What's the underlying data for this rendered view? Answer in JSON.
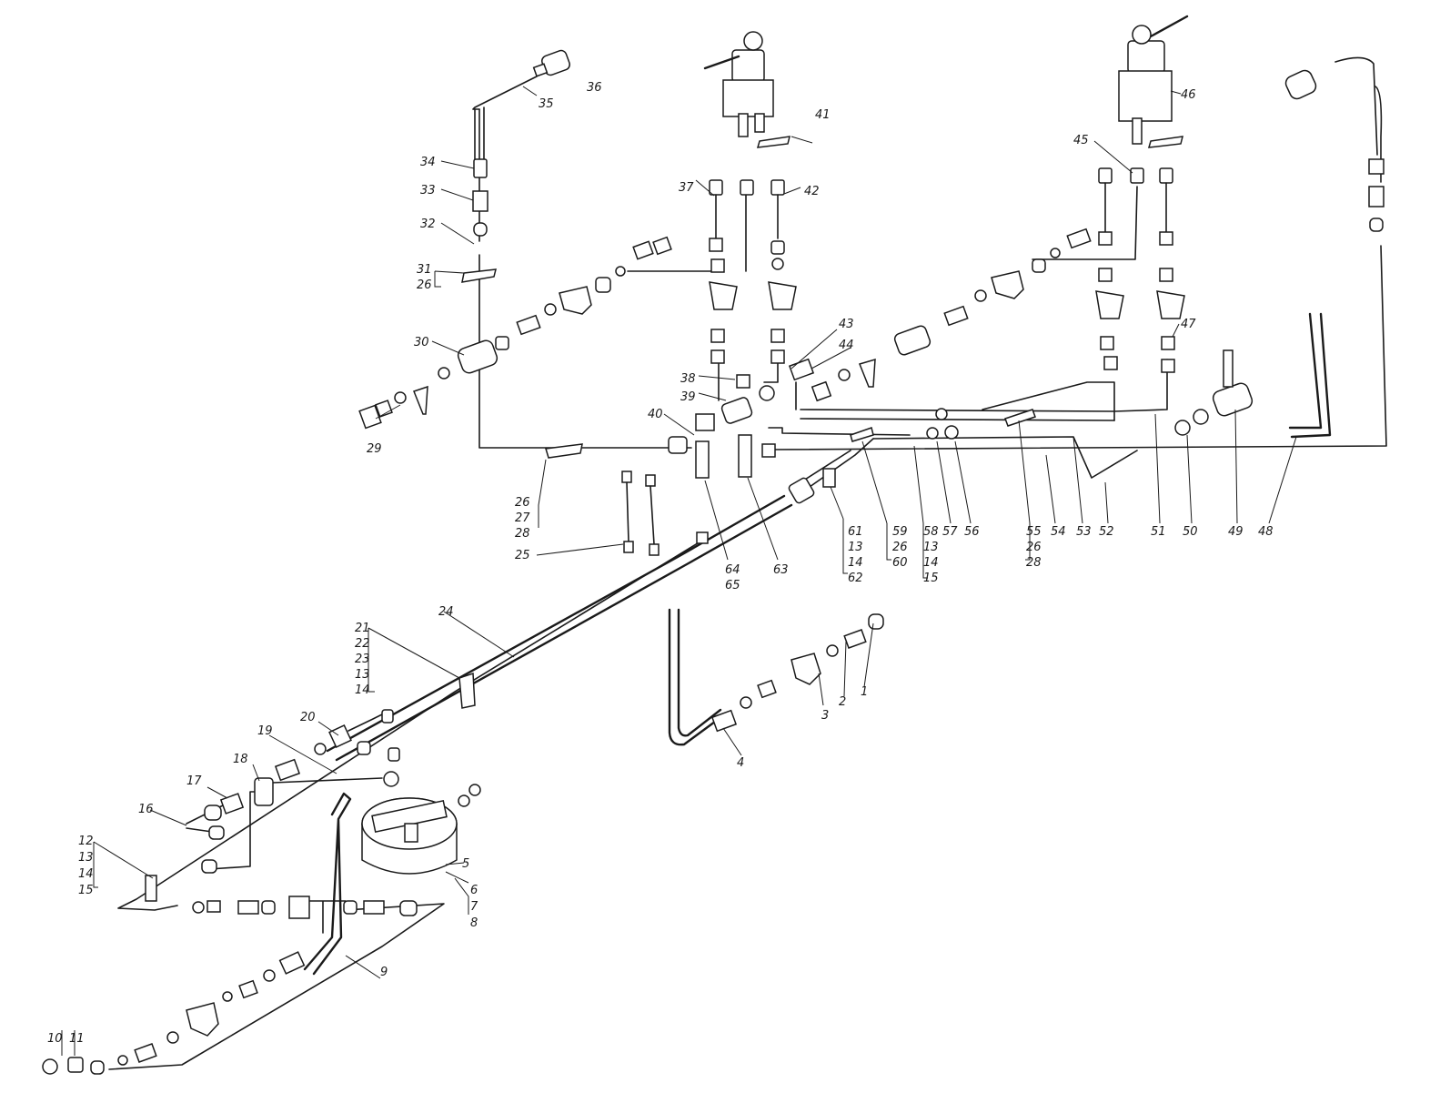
{
  "colors": {
    "ink": "#1a1a1a",
    "paper": "#ffffff"
  },
  "labels": [
    {
      "id": "l1",
      "text": "1"
    },
    {
      "id": "l2",
      "text": "2"
    },
    {
      "id": "l3",
      "text": "3"
    },
    {
      "id": "l4",
      "text": "4"
    },
    {
      "id": "l5",
      "text": "5"
    },
    {
      "id": "l6",
      "text": "6"
    },
    {
      "id": "l7",
      "text": "7"
    },
    {
      "id": "l8",
      "text": "8"
    },
    {
      "id": "l9",
      "text": "9"
    },
    {
      "id": "l10",
      "text": "10"
    },
    {
      "id": "l11",
      "text": "11"
    },
    {
      "id": "l12",
      "text": "12"
    },
    {
      "id": "l13a",
      "text": "13"
    },
    {
      "id": "l14a",
      "text": "14"
    },
    {
      "id": "l15a",
      "text": "15"
    },
    {
      "id": "l16",
      "text": "16"
    },
    {
      "id": "l17",
      "text": "17"
    },
    {
      "id": "l18",
      "text": "18"
    },
    {
      "id": "l19",
      "text": "19"
    },
    {
      "id": "l20",
      "text": "20"
    },
    {
      "id": "l21",
      "text": "21"
    },
    {
      "id": "l22",
      "text": "22"
    },
    {
      "id": "l23",
      "text": "23"
    },
    {
      "id": "l13b",
      "text": "13"
    },
    {
      "id": "l14b",
      "text": "14"
    },
    {
      "id": "l24",
      "text": "24"
    },
    {
      "id": "l25",
      "text": "25"
    },
    {
      "id": "l26a",
      "text": "26"
    },
    {
      "id": "l27",
      "text": "27"
    },
    {
      "id": "l28a",
      "text": "28"
    },
    {
      "id": "l29",
      "text": "29"
    },
    {
      "id": "l30",
      "text": "30"
    },
    {
      "id": "l31",
      "text": "31"
    },
    {
      "id": "l26b",
      "text": "26"
    },
    {
      "id": "l32",
      "text": "32"
    },
    {
      "id": "l33",
      "text": "33"
    },
    {
      "id": "l34",
      "text": "34"
    },
    {
      "id": "l35",
      "text": "35"
    },
    {
      "id": "l36",
      "text": "36"
    },
    {
      "id": "l37",
      "text": "37"
    },
    {
      "id": "l38",
      "text": "38"
    },
    {
      "id": "l39",
      "text": "39"
    },
    {
      "id": "l40",
      "text": "40"
    },
    {
      "id": "l41",
      "text": "41"
    },
    {
      "id": "l42",
      "text": "42"
    },
    {
      "id": "l43",
      "text": "43"
    },
    {
      "id": "l44",
      "text": "44"
    },
    {
      "id": "l45",
      "text": "45"
    },
    {
      "id": "l46",
      "text": "46"
    },
    {
      "id": "l47",
      "text": "47"
    },
    {
      "id": "l48",
      "text": "48"
    },
    {
      "id": "l49",
      "text": "49"
    },
    {
      "id": "l50",
      "text": "50"
    },
    {
      "id": "l51",
      "text": "51"
    },
    {
      "id": "l52",
      "text": "52"
    },
    {
      "id": "l53",
      "text": "53"
    },
    {
      "id": "l54",
      "text": "54"
    },
    {
      "id": "l55",
      "text": "55"
    },
    {
      "id": "l26c",
      "text": "26"
    },
    {
      "id": "l28b",
      "text": "28"
    },
    {
      "id": "l56",
      "text": "56"
    },
    {
      "id": "l57",
      "text": "57"
    },
    {
      "id": "l58",
      "text": "58"
    },
    {
      "id": "l13c",
      "text": "13"
    },
    {
      "id": "l14c",
      "text": "14"
    },
    {
      "id": "l15b",
      "text": "15"
    },
    {
      "id": "l59",
      "text": "59"
    },
    {
      "id": "l26d",
      "text": "26"
    },
    {
      "id": "l60",
      "text": "60"
    },
    {
      "id": "l61",
      "text": "61"
    },
    {
      "id": "l13d",
      "text": "13"
    },
    {
      "id": "l14d",
      "text": "14"
    },
    {
      "id": "l62",
      "text": "62"
    },
    {
      "id": "l63",
      "text": "63"
    },
    {
      "id": "l64",
      "text": "64"
    },
    {
      "id": "l65",
      "text": "65"
    }
  ]
}
